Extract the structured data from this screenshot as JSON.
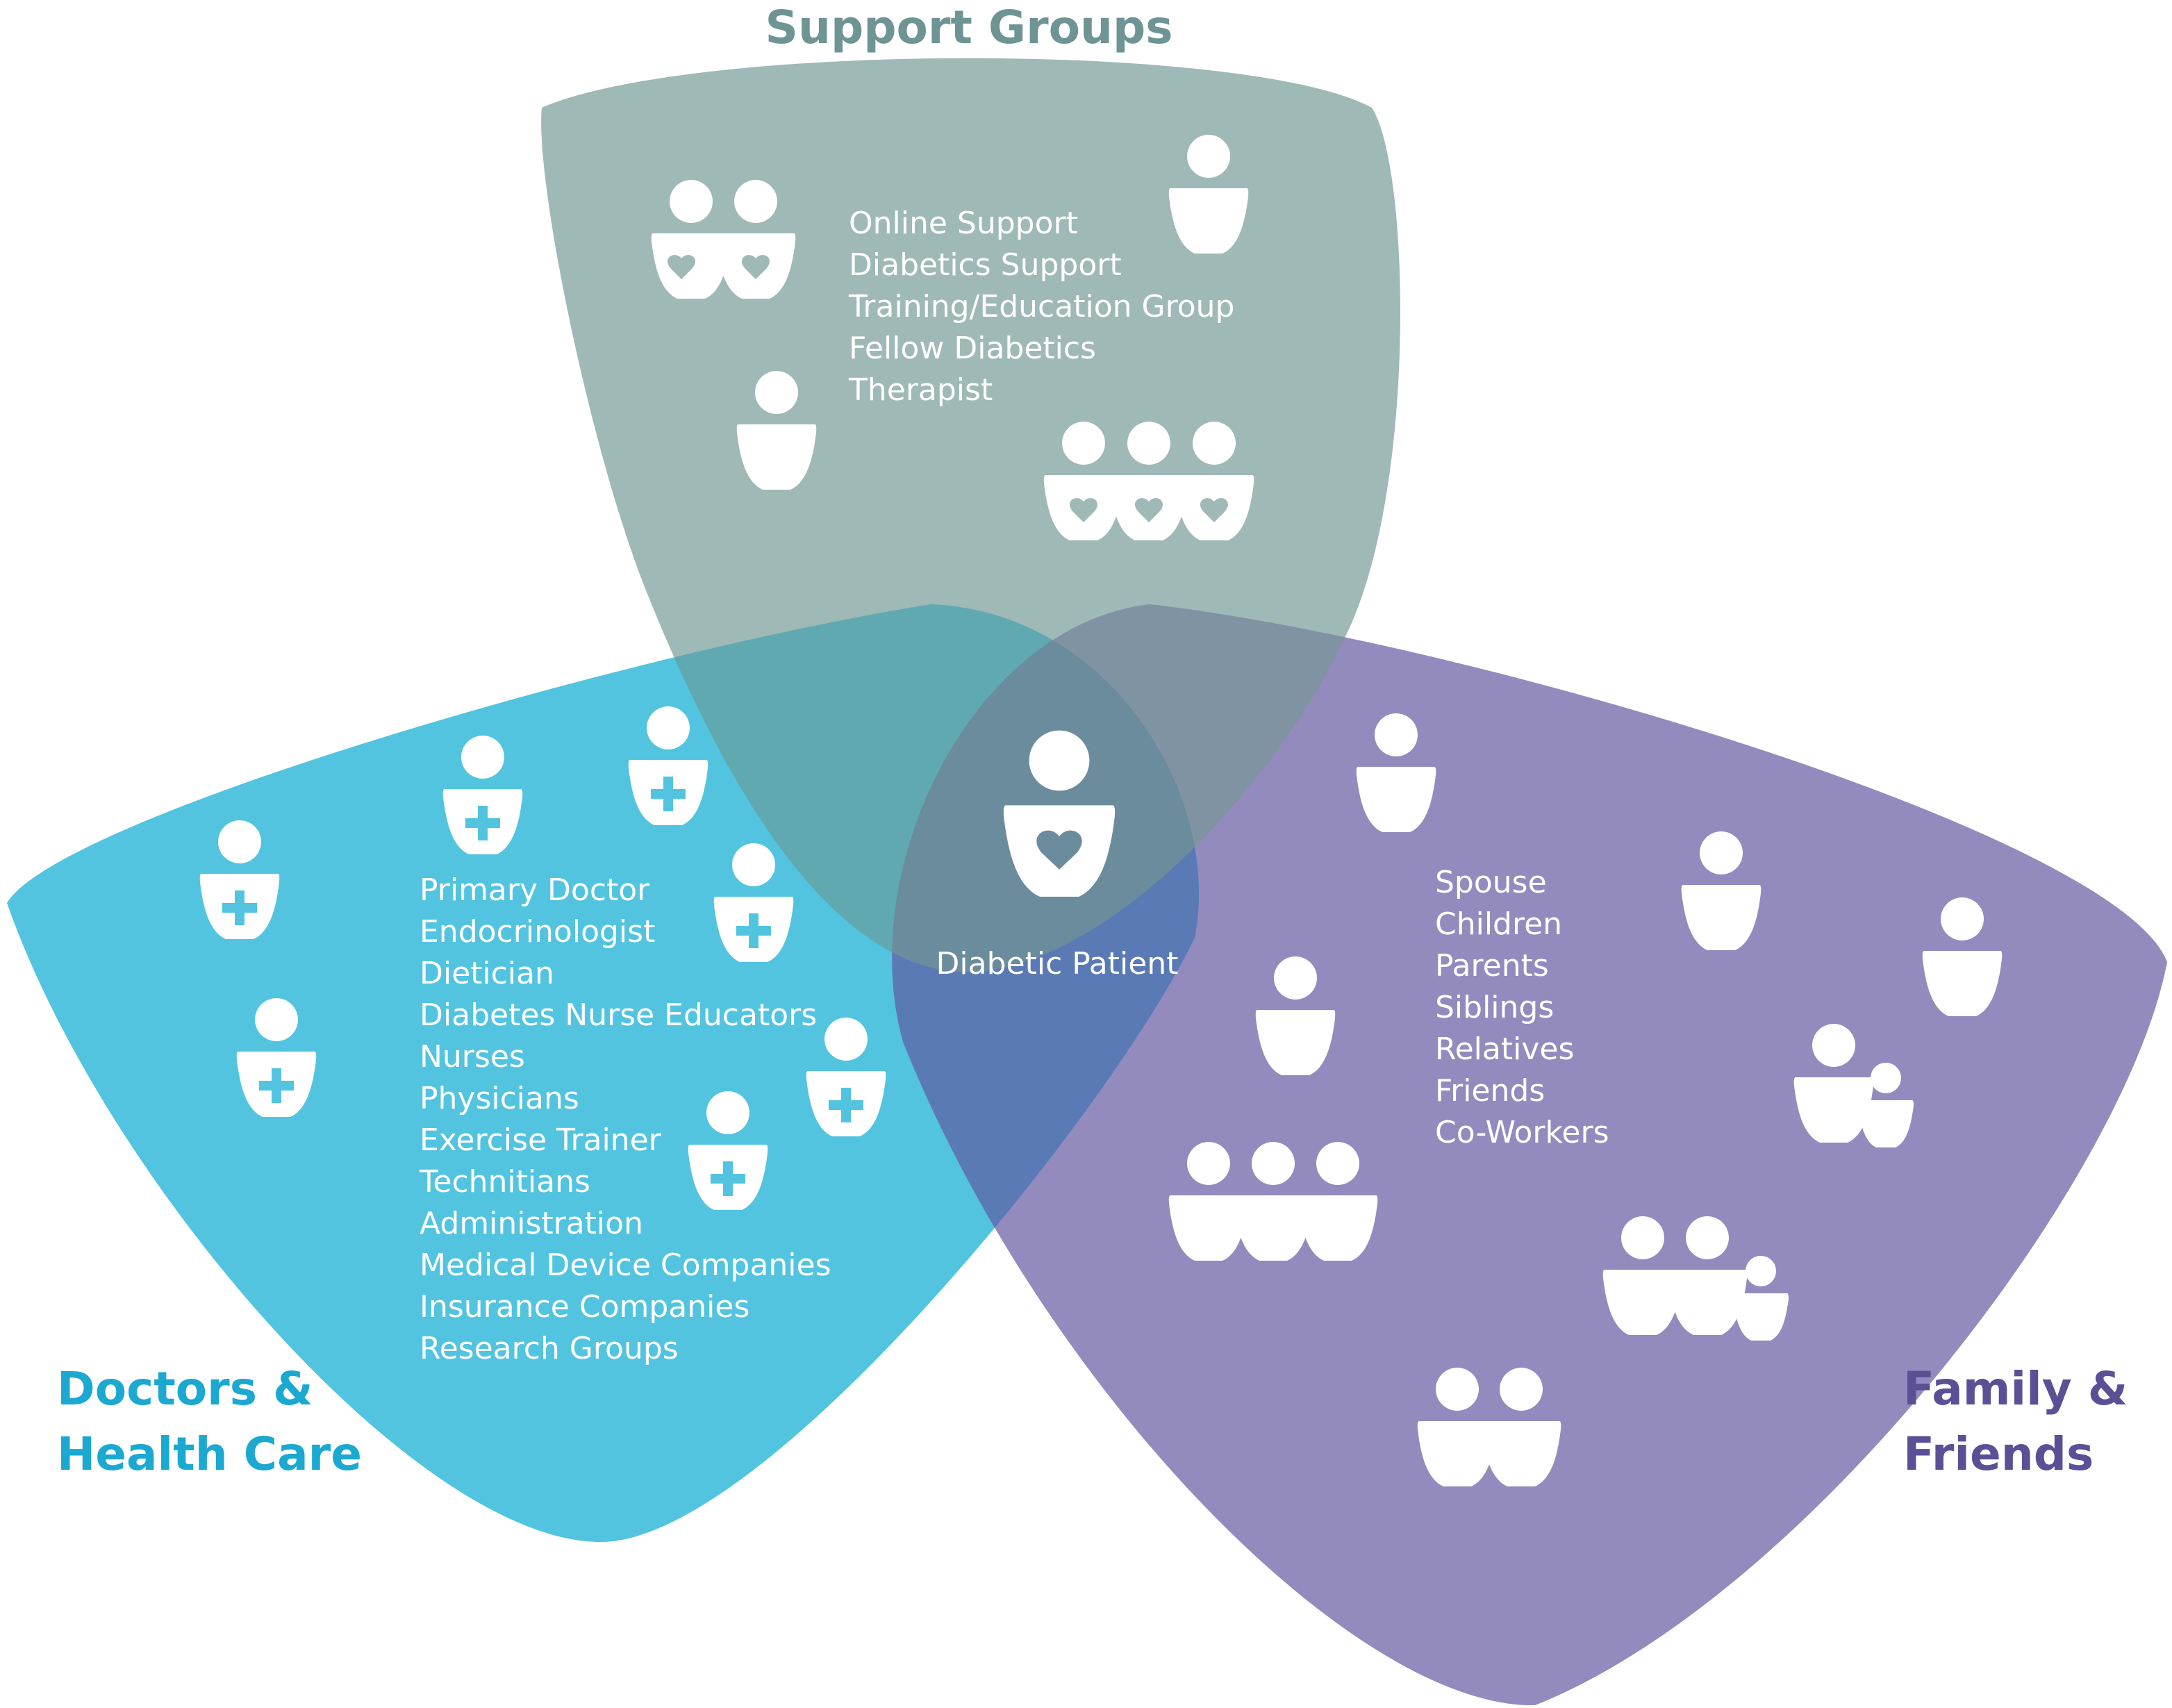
{
  "colors": {
    "support": "#9fb9b7",
    "doctors": "#52c4e0",
    "family": "#938bbd",
    "support_doctors": "#61a9b1",
    "support_family": "#7f93a2",
    "doctors_family": "#5a7ab5",
    "center": "#6b8c9c",
    "support_title": "#6e9494",
    "doctors_title": "#1ba8d1",
    "family_title": "#5b4f96",
    "icon": "#ffffff"
  },
  "support": {
    "title": "Support Groups",
    "items": [
      "Online Support",
      "Diabetics Support",
      "Training/Education Group",
      "Fellow Diabetics",
      "Therapist"
    ]
  },
  "doctors": {
    "title_line1": "Doctors &",
    "title_line2": "Health Care",
    "items": [
      "Primary Doctor",
      "Endocrinologist",
      "Dietician",
      "Diabetes Nurse Educators",
      "Nurses",
      "Physicians",
      "Exercise Trainer",
      "Technitians",
      "Administration",
      "Medical Device Companies",
      "Insurance Companies",
      "Research Groups"
    ]
  },
  "family": {
    "title_line1": "Family &",
    "title_line2": "Friends",
    "items": [
      "Spouse",
      "Children",
      "Parents",
      "Siblings",
      "Relatives",
      "Friends",
      "Co-Workers"
    ]
  },
  "center": {
    "label": "Diabetic Patient"
  },
  "icons": {
    "person": "person-icon",
    "doctor": "doctor-icon",
    "heart_person": "heart-person-icon",
    "patient": "patient-icon"
  }
}
